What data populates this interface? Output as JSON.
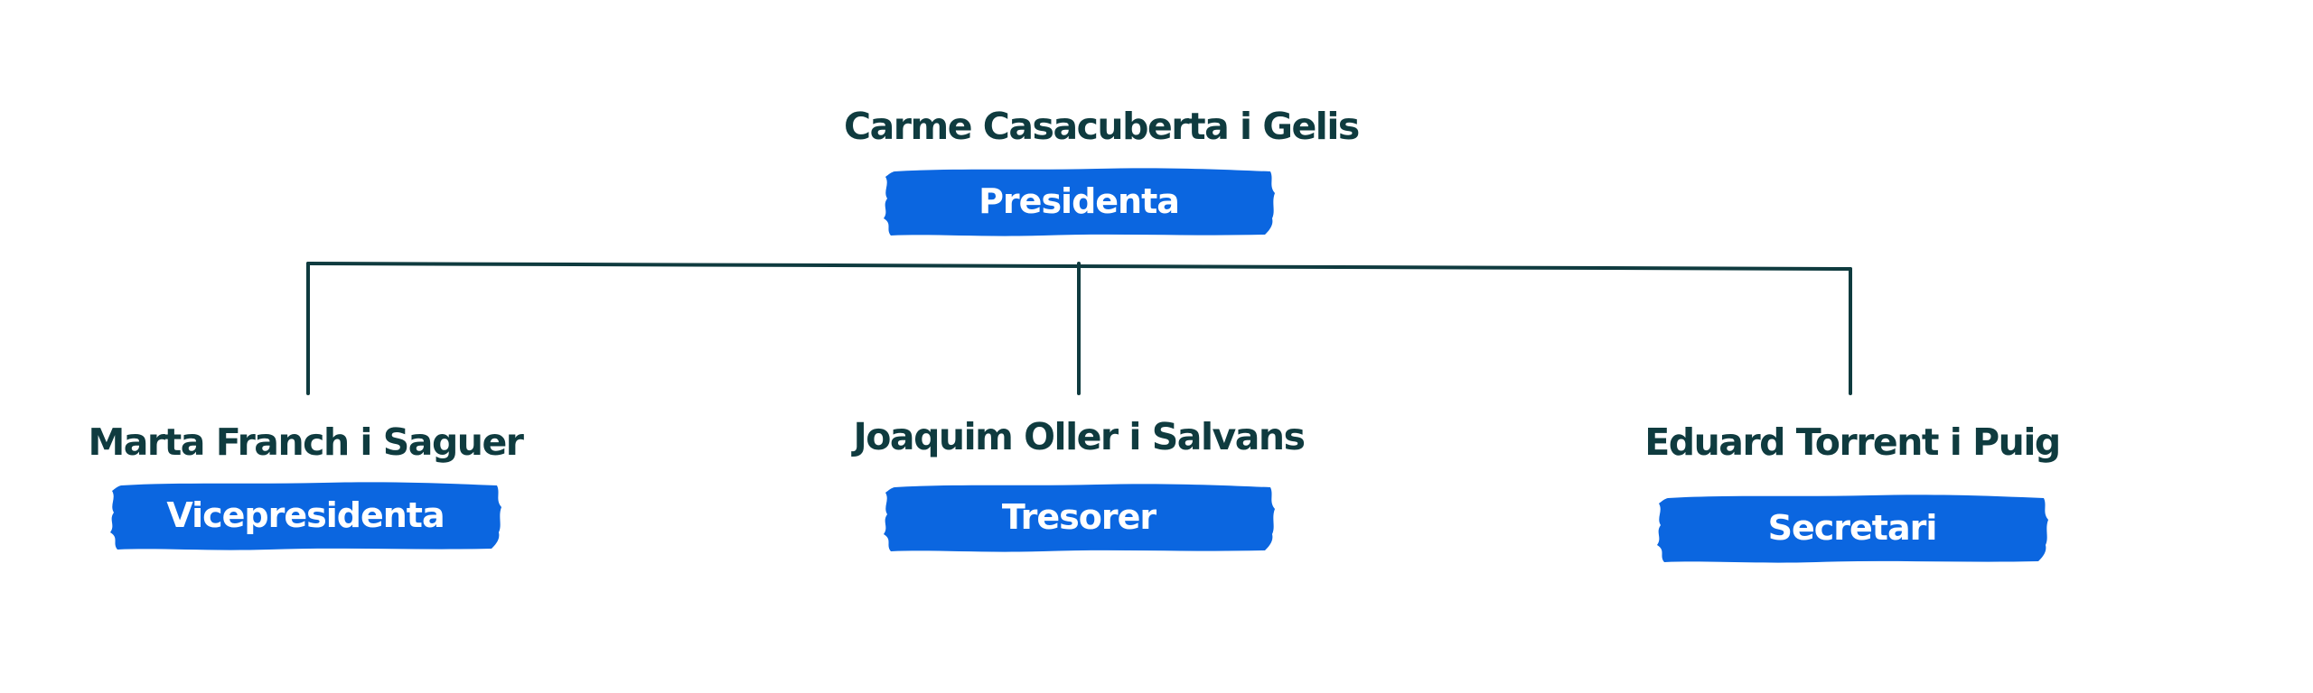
{
  "colors": {
    "badge": "#0b66e0",
    "name": "#0f3b3f",
    "connector": "#0f3b3f"
  },
  "org": {
    "root": {
      "name": "Carme Casacuberta i Gelis",
      "role": "Presidenta"
    },
    "members": [
      {
        "name": "Marta Franch i Saguer",
        "role": "Vicepresidenta"
      },
      {
        "name": "Joaquim Oller i Salvans",
        "role": "Tresorer"
      },
      {
        "name": "Eduard Torrent i Puig",
        "role": "Secretari"
      }
    ]
  }
}
